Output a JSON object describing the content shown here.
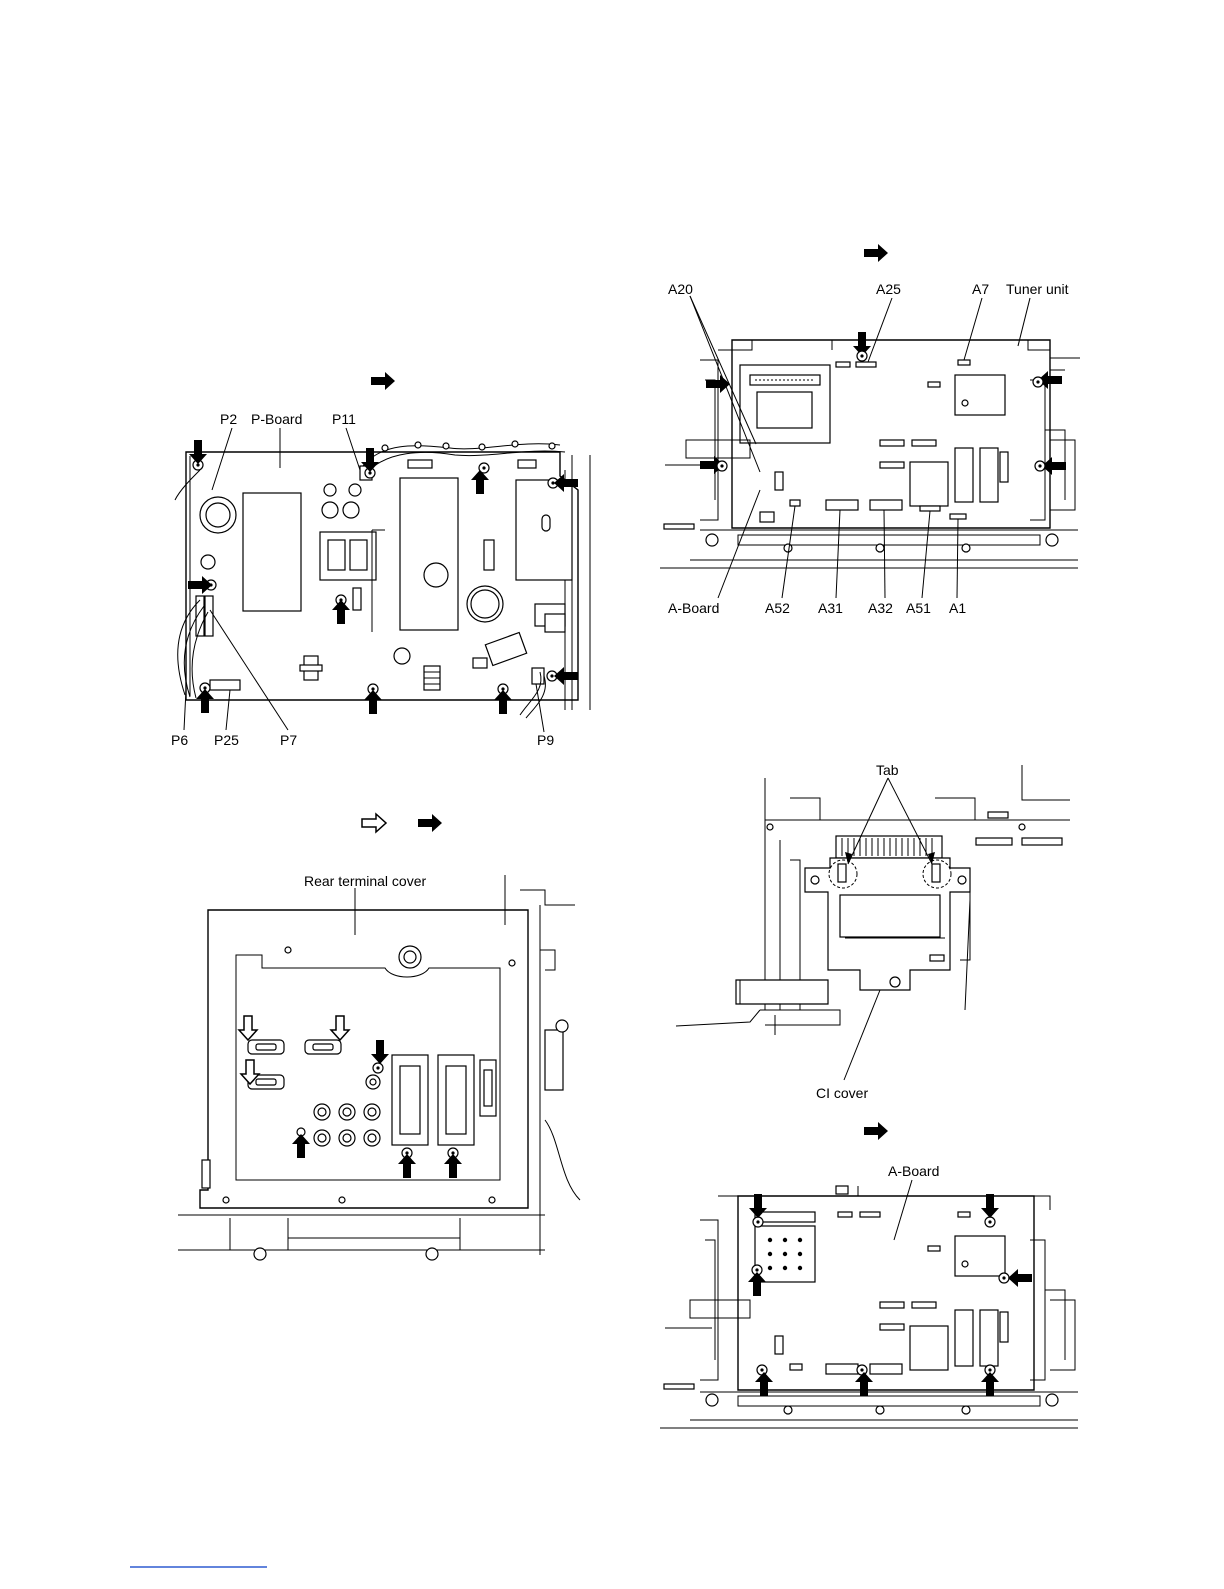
{
  "pboard_diagram": {
    "labels": {
      "p2": "P2",
      "p_board": "P-Board",
      "p11": "P11",
      "p6": "P6",
      "p25": "P25",
      "p7": "P7",
      "p9": "P9"
    }
  },
  "rear_cover_diagram": {
    "labels": {
      "rear_terminal_cover": "Rear terminal cover"
    }
  },
  "aboard_connectors_diagram": {
    "labels": {
      "a20": "A20",
      "a25": "A25",
      "a7": "A7",
      "tuner_unit": "Tuner unit",
      "a_board": "A-Board",
      "a52": "A52",
      "a31": "A31",
      "a32": "A32",
      "a51": "A51",
      "a1": "A1"
    }
  },
  "ci_cover_diagram": {
    "labels": {
      "tab": "Tab",
      "ci_cover": "CI cover"
    }
  },
  "aboard_screws_diagram": {
    "labels": {
      "a_board": "A-Board"
    }
  },
  "icons": {
    "filled_arrow": "filled-arrow-icon",
    "outline_arrow": "outline-arrow-icon"
  }
}
